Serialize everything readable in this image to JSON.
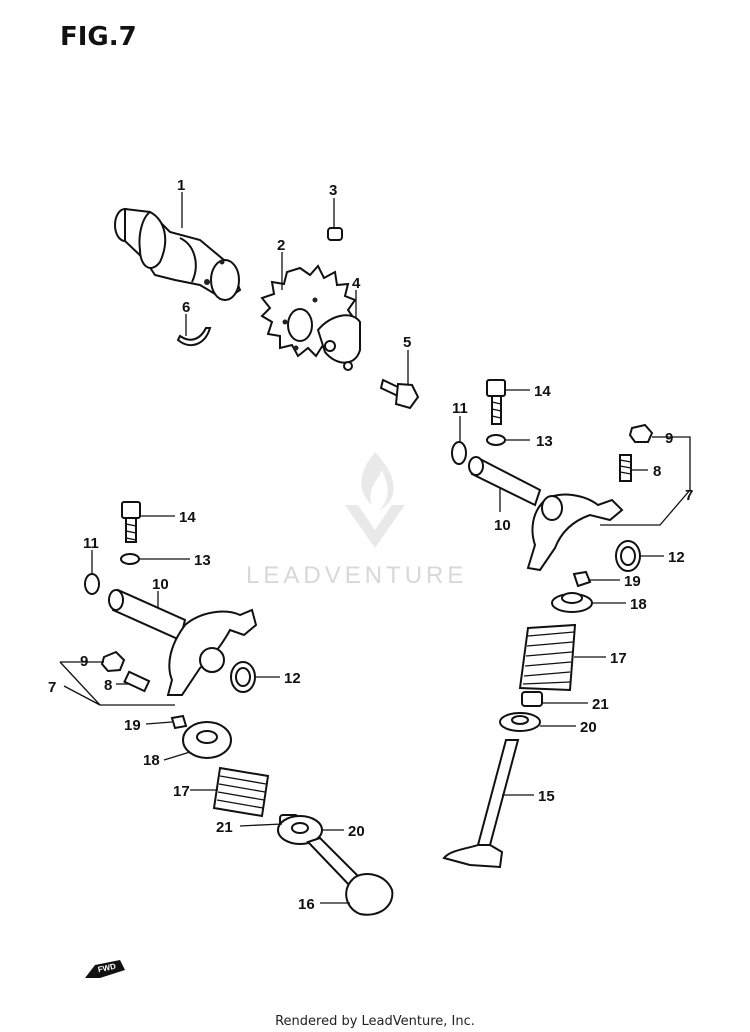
{
  "figure": {
    "title": "FIG.7"
  },
  "watermark": {
    "text": "LEADVENTURE"
  },
  "callouts": [
    "1",
    "2",
    "3",
    "4",
    "5",
    "6",
    "7",
    "7",
    "8",
    "8",
    "9",
    "9",
    "10",
    "10",
    "11",
    "11",
    "12",
    "12",
    "13",
    "13",
    "14",
    "14",
    "15",
    "16",
    "17",
    "17",
    "18",
    "18",
    "19",
    "19",
    "20",
    "20",
    "21",
    "21"
  ],
  "footer": {
    "text": "Rendered by LeadVenture, Inc."
  },
  "icons": {
    "front_indicator": "fwd-arrow-icon"
  }
}
